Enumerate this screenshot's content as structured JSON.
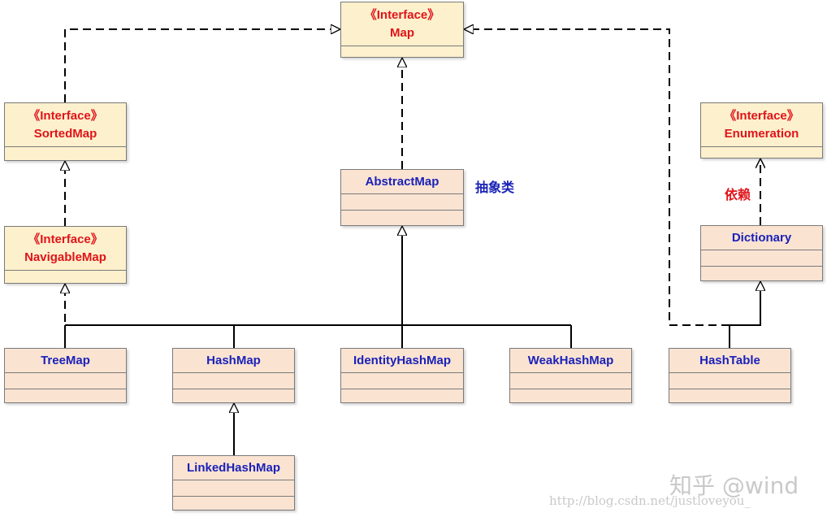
{
  "colors": {
    "interface_fill": "#fdf0cc",
    "class_fill": "#fbe3d2",
    "interface_text": "#e0141a",
    "class_text": "#1a22b8",
    "line": "#000000"
  },
  "boxes": {
    "map": {
      "stereotype": "《Interface》",
      "name": "Map"
    },
    "sortedmap": {
      "stereotype": "《Interface》",
      "name": "SortedMap"
    },
    "navigablemap": {
      "stereotype": "《Interface》",
      "name": "NavigableMap"
    },
    "enumeration": {
      "stereotype": "《Interface》",
      "name": "Enumeration"
    },
    "abstractmap": {
      "name": "AbstractMap"
    },
    "dictionary": {
      "name": "Dictionary"
    },
    "treemap": {
      "name": "TreeMap"
    },
    "hashmap": {
      "name": "HashMap"
    },
    "identityhashmap": {
      "name": "IdentityHashMap"
    },
    "weakhashmap": {
      "name": "WeakHashMap"
    },
    "hashtable": {
      "name": "HashTable"
    },
    "linkedhashmap": {
      "name": "LinkedHashMap"
    }
  },
  "notes": {
    "abstract_class": "抽象类",
    "dependency": "依赖"
  },
  "watermark": {
    "brand": "知乎 @wind",
    "url": "http://blog.csdn.net/justloveyou_"
  }
}
